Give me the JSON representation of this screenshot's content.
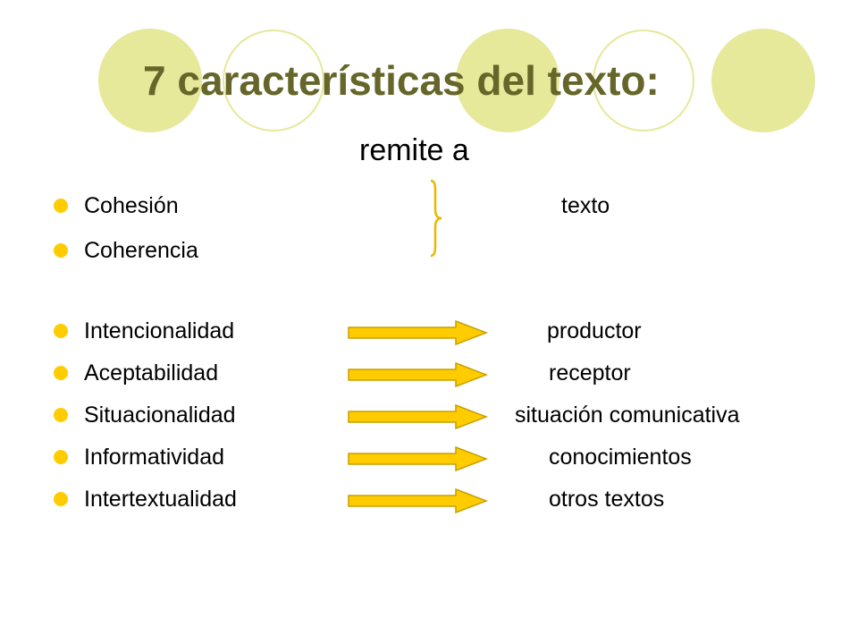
{
  "slide": {
    "title": "7 características del texto:",
    "subtitle": "remite a",
    "decor_colors": {
      "filled_circle": "#e6e89a",
      "ring": "#e6e89a",
      "title": "#66662a",
      "bullet": "#ffcc00",
      "arrow_fill": "#ffcc00",
      "arrow_stroke": "#c8a000",
      "brace": "#e8b800"
    },
    "items": [
      {
        "label": "Cohesión",
        "target": "texto",
        "arrow": false
      },
      {
        "label": "Coherencia",
        "target": "",
        "arrow": false
      },
      {
        "label": "Intencionalidad",
        "target": "productor",
        "arrow": true
      },
      {
        "label": "Aceptabilidad",
        "target": "receptor",
        "arrow": true
      },
      {
        "label": "Situacionalidad",
        "target": "situación comunicativa",
        "arrow": true
      },
      {
        "label": "Informatividad",
        "target": "conocimientos",
        "arrow": true
      },
      {
        "label": "Intertextualidad",
        "target": "otros textos",
        "arrow": true
      }
    ]
  }
}
